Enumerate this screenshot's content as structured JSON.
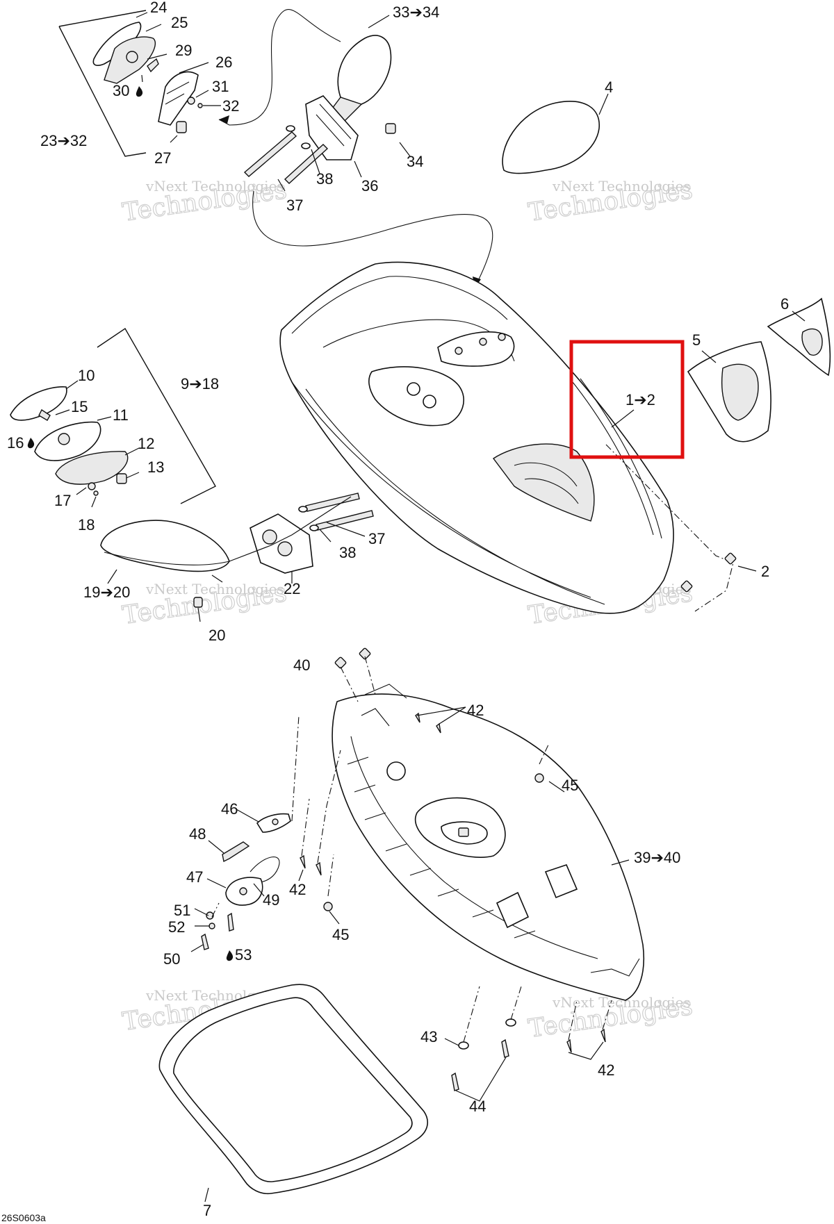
{
  "diagram": {
    "image_code": "26S0603a",
    "highlight_color": "#e01010",
    "watermark": {
      "line1": "vNext Technologies",
      "line2": "Technologies"
    },
    "labels": {
      "l24": "24",
      "l25": "25",
      "l29": "29",
      "l26": "26",
      "l30": "30",
      "l31": "31",
      "l32": "32",
      "l23_32": "23➔32",
      "l27": "27",
      "l33_34": "33➔34",
      "l34": "34",
      "l38a": "38",
      "l36": "36",
      "l37a": "37",
      "l4": "4",
      "l6": "6",
      "l5": "5",
      "l1_2": "1➔2",
      "l10": "10",
      "l9_18": "9➔18",
      "l15": "15",
      "l11": "11",
      "l16": "16",
      "l12": "12",
      "l13": "13",
      "l17": "17",
      "l18": "18",
      "l37b": "37",
      "l38b": "38",
      "l19_20": "19➔20",
      "l22": "22",
      "l20": "20",
      "l2": "2",
      "l40": "40",
      "l42a": "42",
      "l45a": "45",
      "l46": "46",
      "l48": "48",
      "l39_40": "39➔40",
      "l47": "47",
      "l42b": "42",
      "l49": "49",
      "l51": "51",
      "l52": "52",
      "l45b": "45",
      "l50": "50",
      "l53": "53",
      "l43": "43",
      "l42c": "42",
      "l44": "44",
      "l7": "7"
    }
  }
}
